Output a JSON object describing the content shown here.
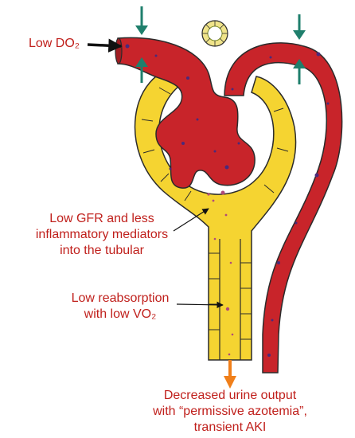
{
  "labels": {
    "low_do2": "Low DO₂",
    "low_gfr": [
      "Low GFR and less",
      "inflammatory mediators",
      "into the tubular"
    ],
    "low_reabsorption": [
      "Low reabsorption",
      "with low VO₂"
    ],
    "outcome": [
      "Decreased urine output",
      "with “permissive azotemia”,",
      "transient AKI"
    ]
  },
  "colors": {
    "vessel": "#c8242a",
    "tubule": "#f5d431",
    "outline": "#2b2b2b",
    "arrow_teal": "#1f7f6c",
    "arrow_orange": "#f07f1a",
    "text": "#c0201c",
    "cells": "#4a2a7a"
  },
  "icons": [
    "compression-arrow-icon",
    "urine-flow-arrow-icon",
    "pointer-arrow-icon"
  ]
}
